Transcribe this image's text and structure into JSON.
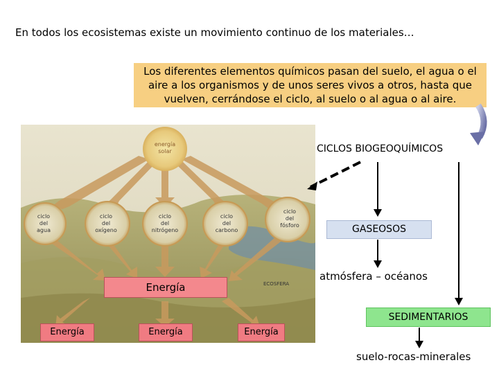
{
  "intro_text": "En todos los ecosistemas existe un movimiento continuo de los materiales…",
  "definition_text": "Los diferentes elementos químicos pasan del suelo, el agua o el aire a los organismos y de unos seres vivos a otros, hasta que vuelven, cerrándose el ciclo, al suelo o al agua o al aire.",
  "illustration": {
    "sun_line1": "energía",
    "sun_line2": "solar",
    "cycles": [
      {
        "line1": "ciclo",
        "line2": "del",
        "line3": "agua"
      },
      {
        "line1": "ciclo",
        "line2": "del",
        "line3": "oxígeno"
      },
      {
        "line1": "ciclo",
        "line2": "del",
        "line3": "nitrógeno"
      },
      {
        "line1": "ciclo",
        "line2": "del",
        "line3": "carbono"
      },
      {
        "line1": "ciclo",
        "line2": "del",
        "line3": "fósforo"
      }
    ],
    "ecosfera_label": "ECOSFERA",
    "energia_main": "Energía",
    "energia_bottom": [
      "Energía",
      "Energía",
      "Energía"
    ]
  },
  "flow": {
    "ciclos_label": "CICLOS BIOGEOQUÍMICOS",
    "gaseosos_label": "GASEOSOS",
    "gaseosos_desc": "atmósfera – océanos",
    "sedimentarios_label": "SEDIMENTARIOS",
    "sedimentarios_desc": "suelo-rocas-minerales"
  },
  "colors": {
    "definition_bg": "#f7cf82",
    "gaseosos_bg": "#d6e0f0",
    "sedimentarios_bg": "#8ee58e",
    "energia_bg": "#f07b82"
  }
}
